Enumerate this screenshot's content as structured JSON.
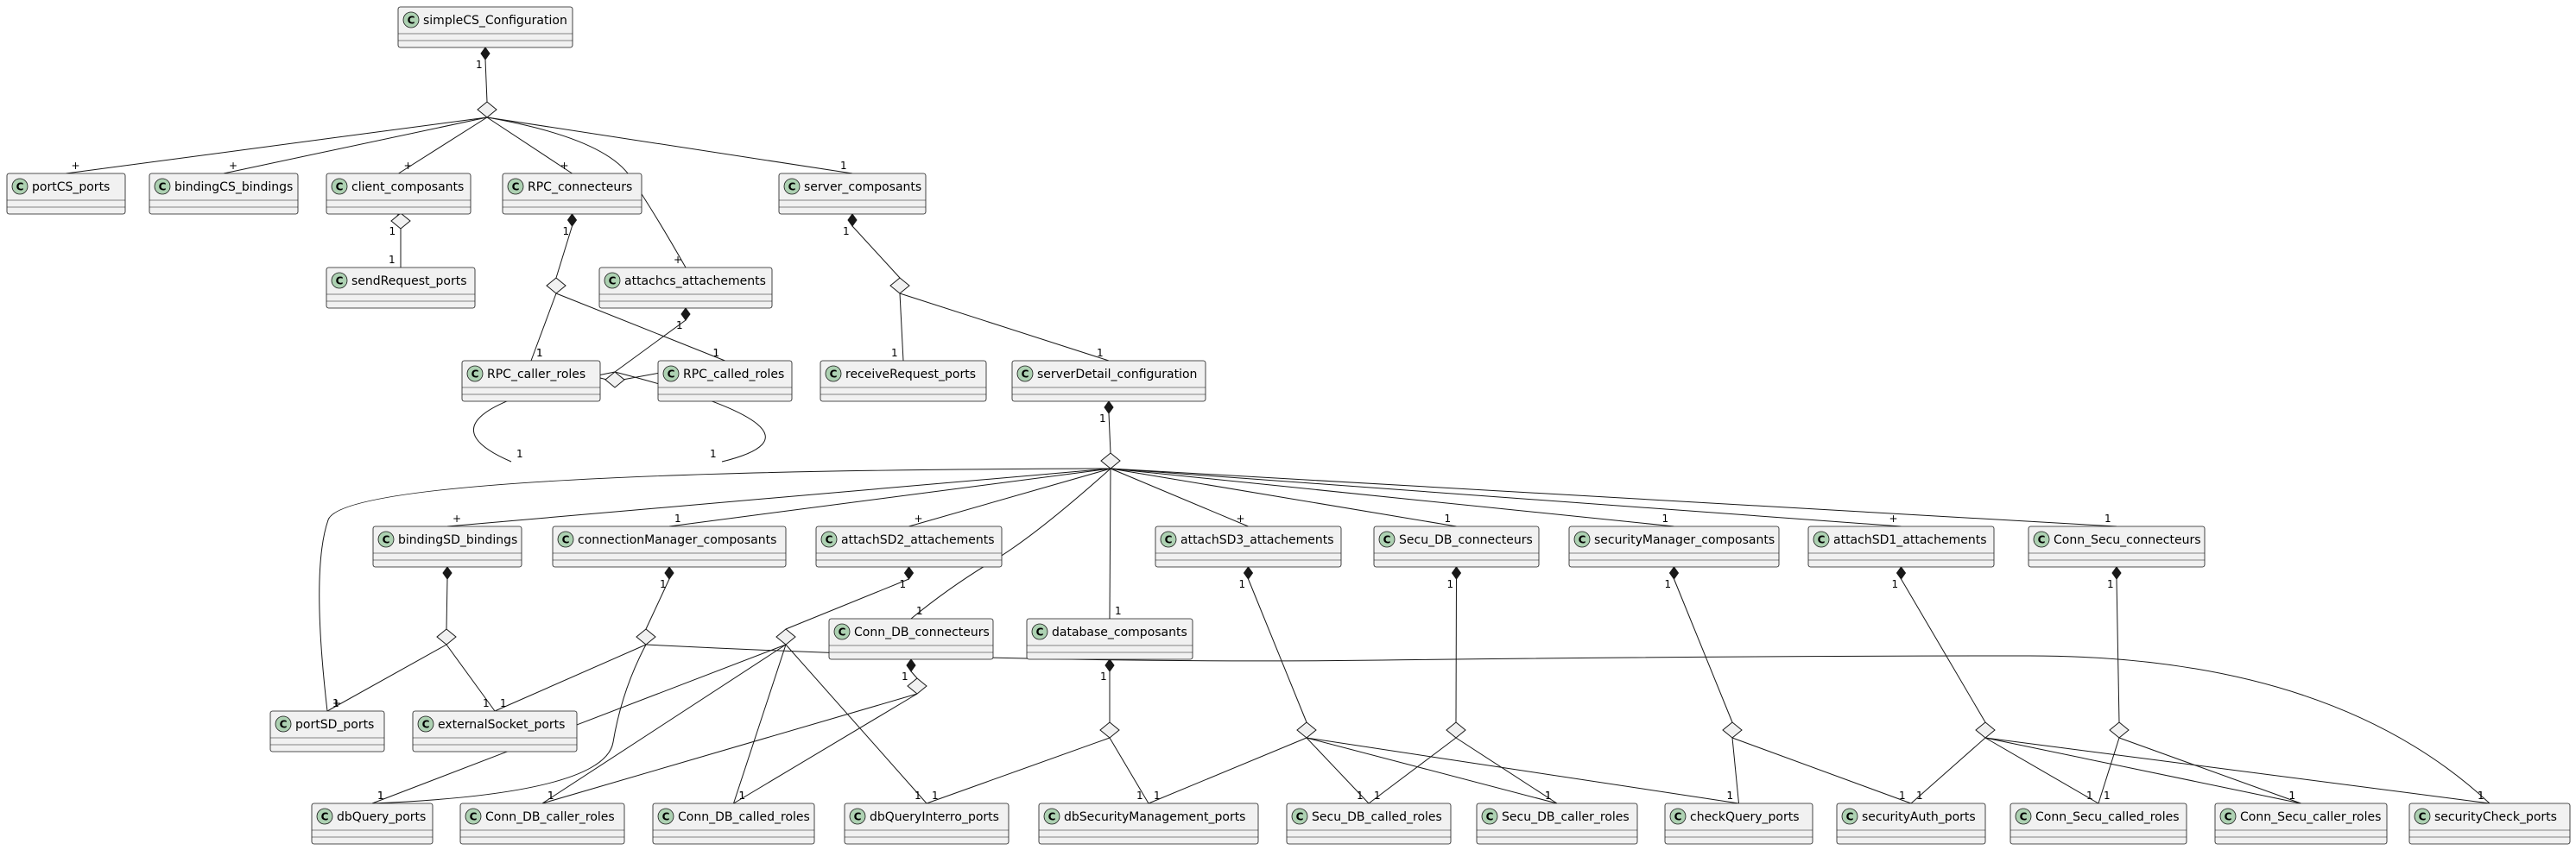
{
  "classes": [
    {
      "id": "simpleCS_Configuration",
      "label": "simpleCS_Configuration"
    },
    {
      "id": "portCS_ports",
      "label": "portCS_ports"
    },
    {
      "id": "bindingCS_bindings",
      "label": "bindingCS_bindings"
    },
    {
      "id": "client_composants",
      "label": "client_composants"
    },
    {
      "id": "RPC_connecteurs",
      "label": "RPC_connecteurs"
    },
    {
      "id": "server_composants",
      "label": "server_composants"
    },
    {
      "id": "sendRequest_ports",
      "label": "sendRequest_ports"
    },
    {
      "id": "attachcs_attachements",
      "label": "attachcs_attachements"
    },
    {
      "id": "RPC_caller_roles",
      "label": "RPC_caller_roles"
    },
    {
      "id": "RPC_called_roles",
      "label": "RPC_called_roles"
    },
    {
      "id": "receiveRequest_ports",
      "label": "receiveRequest_ports"
    },
    {
      "id": "serverDetail_configuration",
      "label": "serverDetail_configuration"
    },
    {
      "id": "bindingSD_bindings",
      "label": "bindingSD_bindings"
    },
    {
      "id": "connectionManager_composants",
      "label": "connectionManager_composants"
    },
    {
      "id": "attachSD2_attachements",
      "label": "attachSD2_attachements"
    },
    {
      "id": "attachSD3_attachements",
      "label": "attachSD3_attachements"
    },
    {
      "id": "Secu_DB_connecteurs",
      "label": "Secu_DB_connecteurs"
    },
    {
      "id": "securityManager_composants",
      "label": "securityManager_composants"
    },
    {
      "id": "attachSD1_attachements",
      "label": "attachSD1_attachements"
    },
    {
      "id": "Conn_Secu_connecteurs",
      "label": "Conn_Secu_connecteurs"
    },
    {
      "id": "Conn_DB_connecteurs",
      "label": "Conn_DB_connecteurs"
    },
    {
      "id": "database_composants",
      "label": "database_composants"
    },
    {
      "id": "portSD_ports",
      "label": "portSD_ports"
    },
    {
      "id": "externalSocket_ports",
      "label": "externalSocket_ports"
    },
    {
      "id": "dbQuery_ports",
      "label": "dbQuery_ports"
    },
    {
      "id": "Conn_DB_caller_roles",
      "label": "Conn_DB_caller_roles"
    },
    {
      "id": "Conn_DB_called_roles",
      "label": "Conn_DB_called_roles"
    },
    {
      "id": "dbQueryInterro_ports",
      "label": "dbQueryInterro_ports"
    },
    {
      "id": "dbSecurityManagement_ports",
      "label": "dbSecurityManagement_ports"
    },
    {
      "id": "Secu_DB_called_roles",
      "label": "Secu_DB_called_roles"
    },
    {
      "id": "Secu_DB_caller_roles",
      "label": "Secu_DB_caller_roles"
    },
    {
      "id": "checkQuery_ports",
      "label": "checkQuery_ports"
    },
    {
      "id": "securityAuth_ports",
      "label": "securityAuth_ports"
    },
    {
      "id": "Conn_Secu_called_roles",
      "label": "Conn_Secu_called_roles"
    },
    {
      "id": "Conn_Secu_caller_roles",
      "label": "Conn_Secu_caller_roles"
    },
    {
      "id": "securityCheck_ports",
      "label": "securityCheck_ports"
    }
  ],
  "compositions": [
    {
      "parent": "simpleCS_Configuration",
      "parent_mult": "1",
      "members": [
        {
          "target": "portCS_ports",
          "mult": "+"
        },
        {
          "target": "bindingCS_bindings",
          "mult": "+"
        },
        {
          "target": "client_composants",
          "mult": "+"
        },
        {
          "target": "RPC_connecteurs",
          "mult": "+"
        },
        {
          "target": "attachcs_attachements",
          "mult": "+"
        },
        {
          "target": "server_composants",
          "mult": "1"
        }
      ]
    },
    {
      "parent": "client_composants",
      "parent_mult": "1",
      "members": [
        {
          "target": "sendRequest_ports",
          "mult": "1"
        }
      ]
    },
    {
      "parent": "RPC_connecteurs",
      "parent_mult": "1",
      "members": [
        {
          "target": "RPC_caller_roles",
          "mult": "1"
        },
        {
          "target": "RPC_called_roles",
          "mult": "1"
        }
      ]
    },
    {
      "parent": "server_composants",
      "parent_mult": "1",
      "members": [
        {
          "target": "receiveRequest_ports",
          "mult": "1"
        },
        {
          "target": "serverDetail_configuration",
          "mult": "1"
        }
      ]
    },
    {
      "parent": "attachcs_attachements",
      "parent_mult": "1",
      "members": [
        {
          "target": "sendRequest_ports",
          "mult": "1"
        },
        {
          "target": "RPC_caller_roles",
          "mult": "1"
        },
        {
          "target": "RPC_called_roles",
          "mult": "1"
        },
        {
          "target": "receiveRequest_ports",
          "mult": "1"
        }
      ]
    },
    {
      "parent": "serverDetail_configuration",
      "parent_mult": "1",
      "members": [
        {
          "target": "portSD_ports",
          "mult": "+"
        },
        {
          "target": "bindingSD_bindings",
          "mult": "+"
        },
        {
          "target": "connectionManager_composants",
          "mult": "1"
        },
        {
          "target": "attachSD2_attachements",
          "mult": "+"
        },
        {
          "target": "Conn_DB_connecteurs",
          "mult": "1"
        },
        {
          "target": "database_composants",
          "mult": "1"
        },
        {
          "target": "attachSD3_attachements",
          "mult": "+"
        },
        {
          "target": "Secu_DB_connecteurs",
          "mult": "1"
        },
        {
          "target": "securityManager_composants",
          "mult": "1"
        },
        {
          "target": "attachSD1_attachements",
          "mult": "+"
        },
        {
          "target": "Conn_Secu_connecteurs",
          "mult": "1"
        }
      ]
    },
    {
      "parent": "bindingSD_bindings",
      "members": [
        {
          "target": "portSD_ports",
          "mult": "1"
        },
        {
          "target": "externalSocket_ports",
          "mult": "1"
        }
      ]
    },
    {
      "parent": "connectionManager_composants",
      "parent_mult": "1",
      "members": [
        {
          "target": "externalSocket_ports",
          "mult": "1"
        },
        {
          "target": "dbQuery_ports",
          "mult": "1"
        },
        {
          "target": "securityCheck_ports",
          "mult": "1"
        }
      ]
    },
    {
      "parent": "attachSD2_attachements",
      "parent_mult": "1",
      "members": [
        {
          "target": "dbQuery_ports",
          "mult": "1"
        },
        {
          "target": "Conn_DB_caller_roles",
          "mult": "1"
        },
        {
          "target": "Conn_DB_called_roles",
          "mult": "1"
        },
        {
          "target": "dbQueryInterro_ports",
          "mult": "1"
        }
      ]
    },
    {
      "parent": "Conn_DB_connecteurs",
      "parent_mult": "1",
      "members": [
        {
          "target": "Conn_DB_caller_roles",
          "mult": "1"
        },
        {
          "target": "Conn_DB_called_roles",
          "mult": "1"
        }
      ]
    },
    {
      "parent": "database_composants",
      "parent_mult": "1",
      "members": [
        {
          "target": "dbQueryInterro_ports",
          "mult": "1"
        },
        {
          "target": "dbSecurityManagement_ports",
          "mult": "1"
        }
      ]
    },
    {
      "parent": "attachSD3_attachements",
      "parent_mult": "1",
      "members": [
        {
          "target": "dbSecurityManagement_ports",
          "mult": "1"
        },
        {
          "target": "Secu_DB_called_roles",
          "mult": "1"
        },
        {
          "target": "Secu_DB_caller_roles",
          "mult": "1"
        },
        {
          "target": "checkQuery_ports",
          "mult": "1"
        }
      ]
    },
    {
      "parent": "Secu_DB_connecteurs",
      "parent_mult": "1",
      "members": [
        {
          "target": "Secu_DB_called_roles",
          "mult": "1"
        },
        {
          "target": "Secu_DB_caller_roles",
          "mult": "1"
        }
      ]
    },
    {
      "parent": "securityManager_composants",
      "parent_mult": "1",
      "members": [
        {
          "target": "checkQuery_ports",
          "mult": "1"
        },
        {
          "target": "securityAuth_ports",
          "mult": "1"
        }
      ]
    },
    {
      "parent": "attachSD1_attachements",
      "parent_mult": "1",
      "members": [
        {
          "target": "securityAuth_ports",
          "mult": "1"
        },
        {
          "target": "Conn_Secu_called_roles",
          "mult": "1"
        },
        {
          "target": "Conn_Secu_caller_roles",
          "mult": "1"
        },
        {
          "target": "securityCheck_ports",
          "mult": "1"
        }
      ]
    },
    {
      "parent": "Conn_Secu_connecteurs",
      "parent_mult": "1",
      "members": [
        {
          "target": "Conn_Secu_called_roles",
          "mult": "1"
        },
        {
          "target": "Conn_Secu_caller_roles",
          "mult": "1"
        }
      ]
    }
  ],
  "colors": {
    "class_fill": "#f1f1f1",
    "badge_fill": "#add1b2",
    "line": "#181818"
  }
}
